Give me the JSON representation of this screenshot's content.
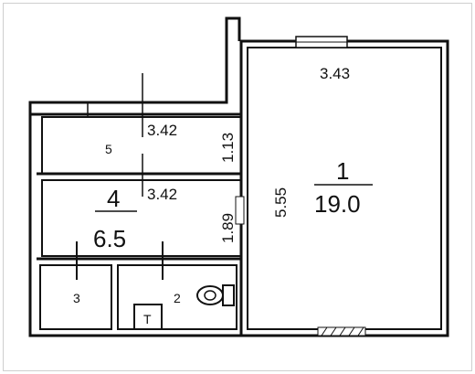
{
  "rooms": {
    "room1": {
      "number": "1",
      "area": "19.0",
      "width": "3.43",
      "length": "5.55"
    },
    "room2": {
      "number": "2"
    },
    "room3": {
      "number": "3"
    },
    "room4": {
      "number": "4",
      "area": "6.5",
      "width": "3.42",
      "depth": "1.89"
    },
    "room5": {
      "number": "5",
      "width": "3.42",
      "depth": "1.13"
    }
  },
  "fixtures": {
    "bath_symbol": "T"
  },
  "colors": {
    "wall": "#111111",
    "background": "#ffffff"
  }
}
